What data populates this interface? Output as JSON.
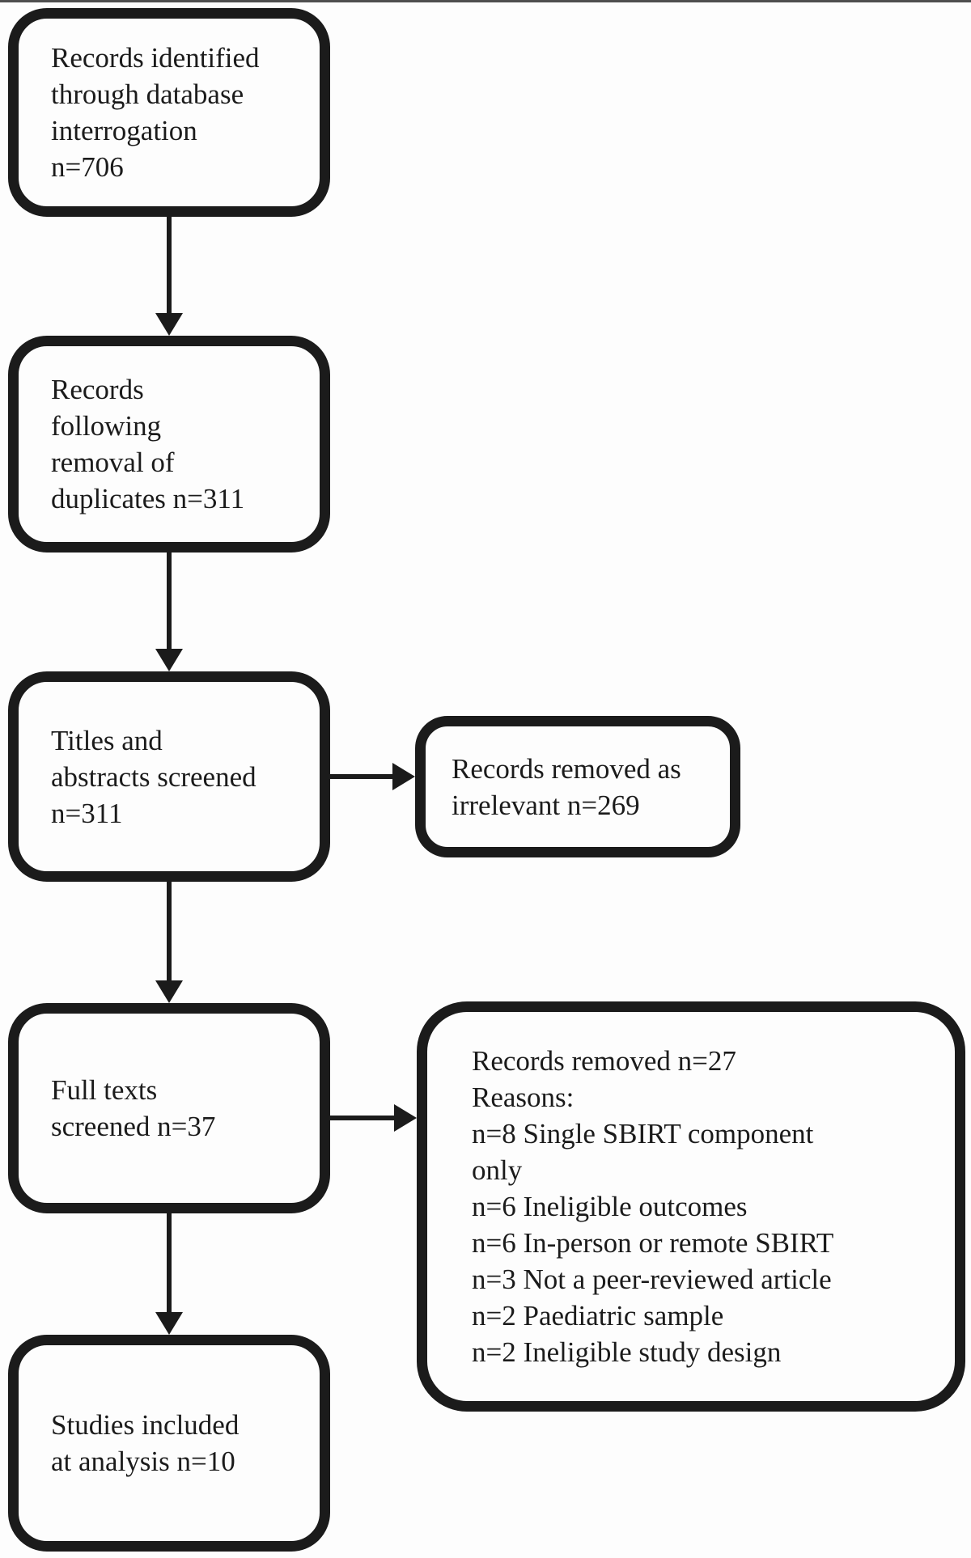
{
  "flowchart": {
    "colors": {
      "stroke": "#1b1b1b",
      "text": "#1b1b1b",
      "background": "#fdfdfd"
    },
    "boxes": {
      "identified": {
        "label": "Records identified\nthrough database\ninterrogation\nn=706"
      },
      "deduplicated": {
        "label": "Records\nfollowing\nremoval of\nduplicates n=311"
      },
      "titles_abstracts": {
        "label": "Titles and\nabstracts screened\nn=311"
      },
      "full_texts": {
        "label": "Full texts\nscreened n=37"
      },
      "included": {
        "label": "Studies included\nat analysis n=10"
      },
      "removed_irrelevant": {
        "label": "Records removed as\nirrelevant n=269"
      },
      "removed_full_text": {
        "label": "Records removed n=27\nReasons:\nn=8 Single SBIRT component\nonly\nn=6 Ineligible outcomes\nn=6 In-person or remote SBIRT\nn=3 Not a peer-reviewed article\nn=2 Paediatric sample\nn=2 Ineligible study design"
      }
    }
  }
}
